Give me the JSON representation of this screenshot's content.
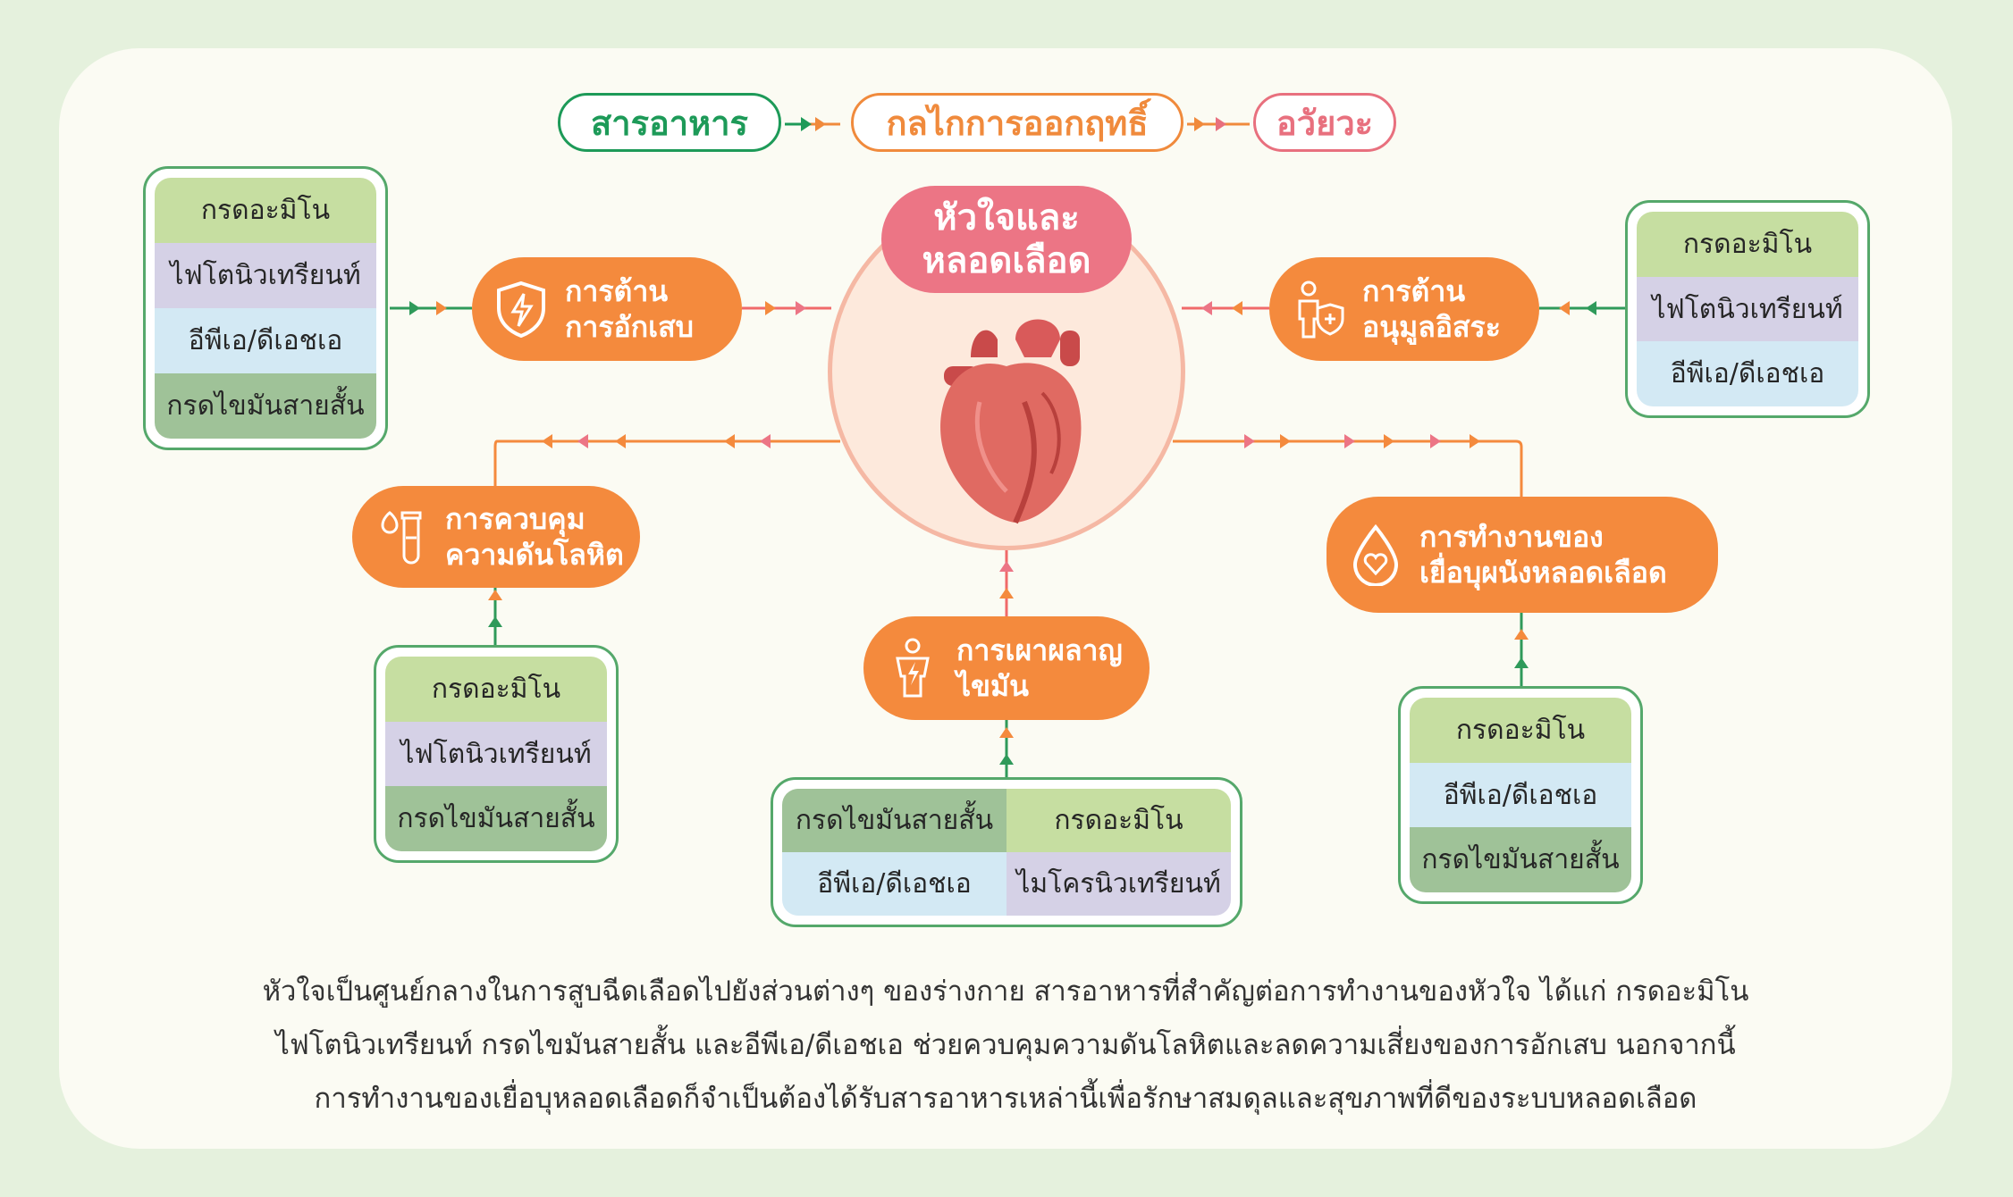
{
  "legend": {
    "nutrient": "สารอาหาร",
    "mechanism": "กลไกการออกฤทธิ์",
    "organ": "อวัยวะ"
  },
  "center": {
    "title": "หัวใจและ\nหลอดเลือด"
  },
  "mechanisms": {
    "anti_inflammation": "การต้าน\nการอักเสบ",
    "antioxidant": "การต้าน\nอนุมูลอิสระ",
    "bp_control": "การควบคุม\nความดันโลหิต",
    "endothelium": "การทำงานของ\nเยื่อบุผนังหลอดเลือด",
    "fat_burning": "การเผาผลาญ\nไขมัน"
  },
  "nutrient_boxes": {
    "anti_inflammation": [
      "กรดอะมิโน",
      "ไฟโตนิวเทรียนท์",
      "อีพีเอ/ดีเอชเอ",
      "กรดไขมันสายสั้น"
    ],
    "antioxidant": [
      "กรดอะมิโน",
      "ไฟโตนิวเทรียนท์",
      "อีพีเอ/ดีเอชเอ"
    ],
    "bp_control": [
      "กรดอะมิโน",
      "ไฟโตนิวเทรียนท์",
      "กรดไขมันสายสั้น"
    ],
    "endothelium": [
      "กรดอะมิโน",
      "อีพีเอ/ดีเอชเอ",
      "กรดไขมันสายสั้น"
    ],
    "fat_burning": [
      "กรดไขมันสายสั้น",
      "กรดอะมิโน",
      "อีพีเอ/ดีเอชเอ",
      "ไมโครนิวเทรียนท์"
    ]
  },
  "description": [
    "หัวใจเป็นศูนย์กลางในการสูบฉีดเลือดไปยังส่วนต่างๆ ของร่างกาย สารอาหารที่สำคัญต่อการทำงานของหัวใจ ได้แก่ กรดอะมิโน",
    "ไฟโตนิวเทรียนท์ กรดไขมันสายสั้น และอีพีเอ/ดีเอชเอ ช่วยควบคุมความดันโลหิตและลดความเสี่ยงของการอักเสบ นอกจากนี้",
    "การทำงานของเยื่อบุหลอดเลือดก็จำเป็นต้องได้รับสารอาหารเหล่านี้เพื่อรักษาสมดุลและสุขภาพที่ดีของระบบหลอดเลือด"
  ],
  "colors": {
    "nutrient": "#1d9a58",
    "mechanism": "#f48a3d",
    "organ": "#ec7585"
  }
}
